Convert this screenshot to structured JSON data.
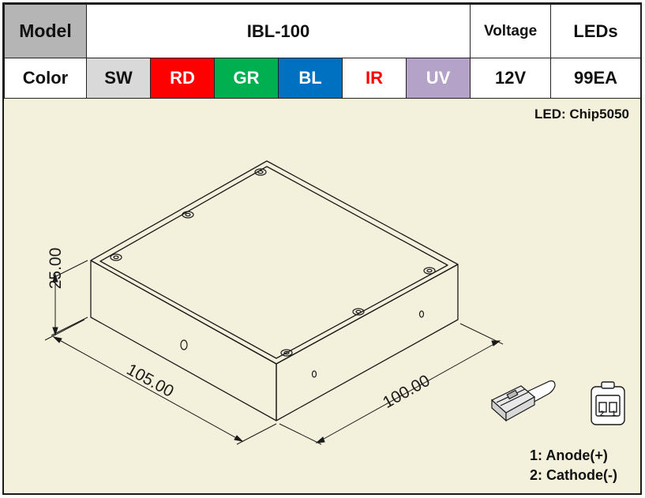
{
  "spec_table": {
    "model_label": "Model",
    "model_value": "IBL-100",
    "voltage_label": "Voltage",
    "leds_label": "LEDs",
    "color_label": "Color",
    "colors": [
      "SW",
      "RD",
      "GR",
      "BL",
      "IR",
      "UV"
    ],
    "voltage_value": "12V",
    "leds_value": "99EA"
  },
  "drawing": {
    "led_type": "LED: Chip5050",
    "dim_height": "25.00",
    "dim_length": "105.00",
    "dim_width": "100.00",
    "connector_pin_1": "1",
    "connector_pin_2": "2",
    "pin_legend_1": "1: Anode(+)",
    "pin_legend_2": "2: Cathode(-)"
  },
  "colors": {
    "SW": "#d9d9d9",
    "RD": "#ff0000",
    "GR": "#00b050",
    "BL": "#0070c0",
    "IR": "#ff0000",
    "UV": "#b4a2c8",
    "background": "#f3f0dc"
  }
}
